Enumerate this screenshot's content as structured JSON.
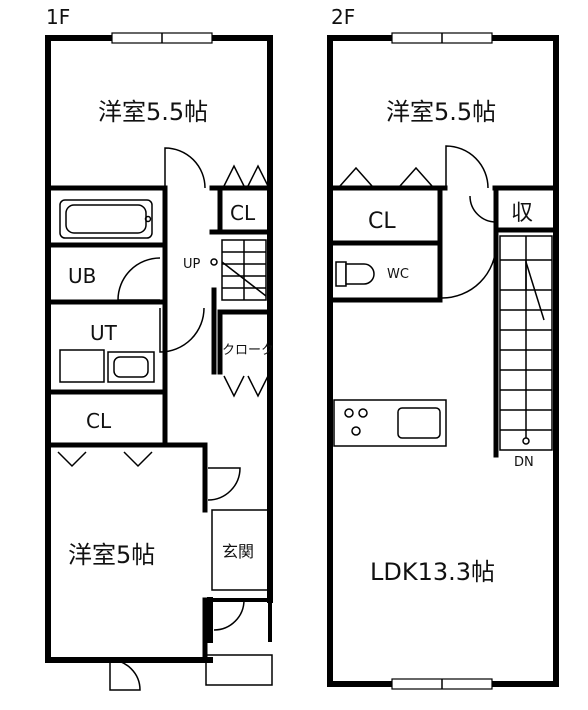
{
  "floors": [
    {
      "label": "1F",
      "rooms": {
        "western_room_top": "洋室5.5帖",
        "closet_upper": "CL",
        "stairs_up": "UP",
        "unit_bath": "UB",
        "utility": "UT",
        "cloak": "クローク",
        "closet_lower": "CL",
        "western_room_bottom": "洋室5帖",
        "entrance": "玄関"
      }
    },
    {
      "label": "2F",
      "rooms": {
        "western_room": "洋室5.5帖",
        "closet": "CL",
        "storage": "収",
        "toilet": "WC",
        "stairs_down": "DN",
        "ldk": "LDK13.3帖"
      }
    }
  ]
}
